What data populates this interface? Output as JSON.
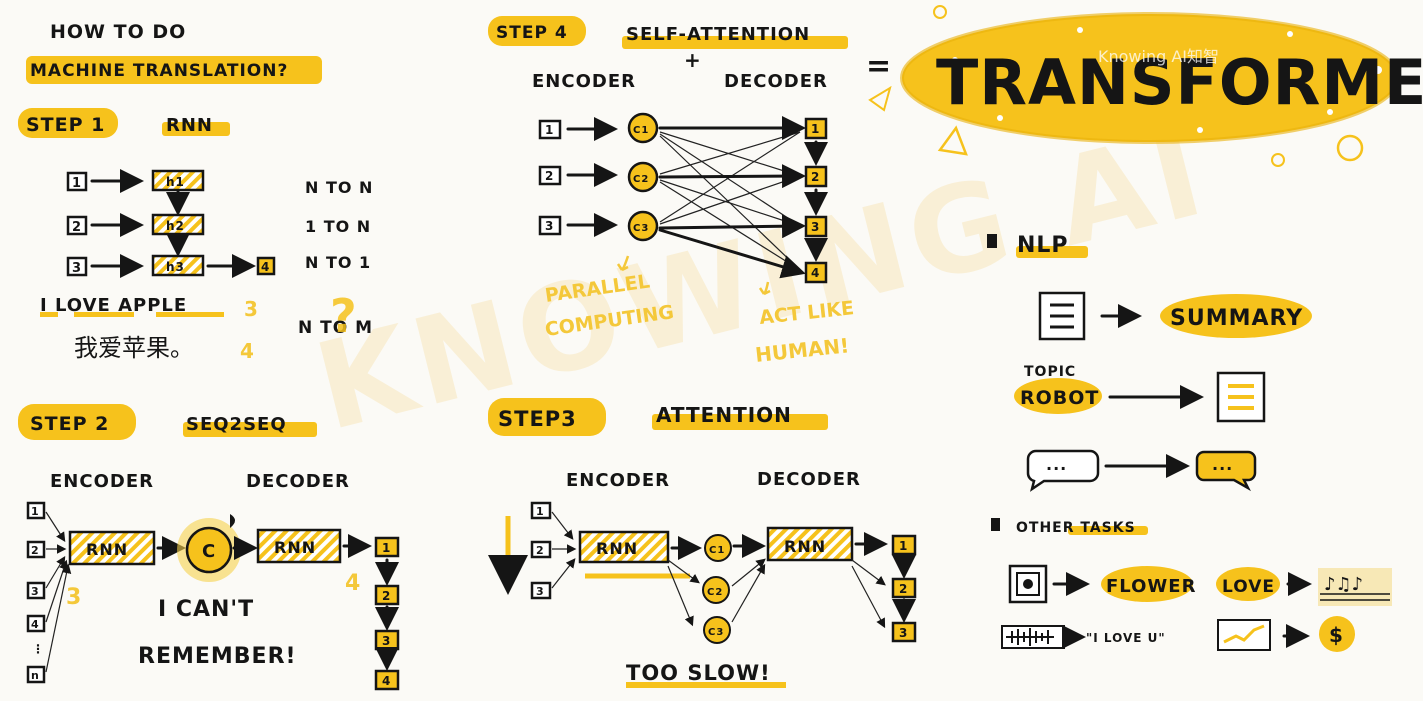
{
  "title": {
    "line1": "HOW TO DO",
    "line2": "MACHINE TRANSLATION?"
  },
  "step1": {
    "label": "STEP 1",
    "name": "RNN",
    "in_tokens": [
      "1",
      "2",
      "3"
    ],
    "rnn_cells": [
      "h1",
      "h2",
      "h3"
    ],
    "output": "4",
    "modes": [
      "N TO N",
      "1 TO N",
      "N TO 1",
      "N TO M"
    ],
    "example_en": "I LOVE APPLE",
    "example_en_count": "3",
    "example_zh": "我爱苹果。",
    "example_zh_count": "4",
    "question": "?"
  },
  "step2": {
    "label": "STEP 2",
    "name": "SEQ2SEQ",
    "encoder": "ENCODER",
    "decoder": "DECODER",
    "in_tokens": [
      "1",
      "2",
      "3",
      "4",
      "⋮",
      "n"
    ],
    "rnn": "RNN",
    "context": "C",
    "out_tokens": [
      "1",
      "2",
      "3",
      "4"
    ],
    "count_in": "3",
    "count_out": "4",
    "remark": [
      "I CAN'T",
      "REMEMBER!"
    ]
  },
  "step3": {
    "label": "STEP3",
    "name": "ATTENTION",
    "encoder": "ENCODER",
    "decoder": "DECODER",
    "in_tokens": [
      "1",
      "2",
      "3"
    ],
    "rnn": "RNN",
    "contexts": [
      "C1",
      "C2",
      "C3"
    ],
    "out_tokens": [
      "1",
      "2",
      "3"
    ],
    "remark": "TOO SLOW!"
  },
  "step4": {
    "label": "STEP 4",
    "name": "SELF-ATTENTION",
    "plus": "+",
    "encoder": "ENCODER",
    "decoder": "DECODER",
    "in_tokens": [
      "1",
      "2",
      "3"
    ],
    "contexts": [
      "C1",
      "C2",
      "C3"
    ],
    "out_tokens": [
      "1",
      "2",
      "3",
      "4"
    ],
    "note1": [
      "PARALLEL",
      "COMPUTING"
    ],
    "note2": [
      "ACT LIKE",
      "HUMAN!"
    ]
  },
  "equals": "=",
  "transformer": "TRANSFORMER",
  "watermark_corner": "Knowing AI知智",
  "watermark_big": "KNOWING AI",
  "nlp": {
    "header": "NLP",
    "summary": "SUMMARY",
    "topic": "TOPIC",
    "robot": "ROBOT",
    "dots": "···"
  },
  "other": {
    "header": "OTHER TASKS",
    "flower": "FLOWER",
    "love": "LOVE",
    "speech": "\"I LOVE U\""
  },
  "colors": {
    "accent": "#f6c21c",
    "ink": "#151515",
    "paper": "#fbfaf6",
    "light_yellow": "#f4c83a"
  }
}
